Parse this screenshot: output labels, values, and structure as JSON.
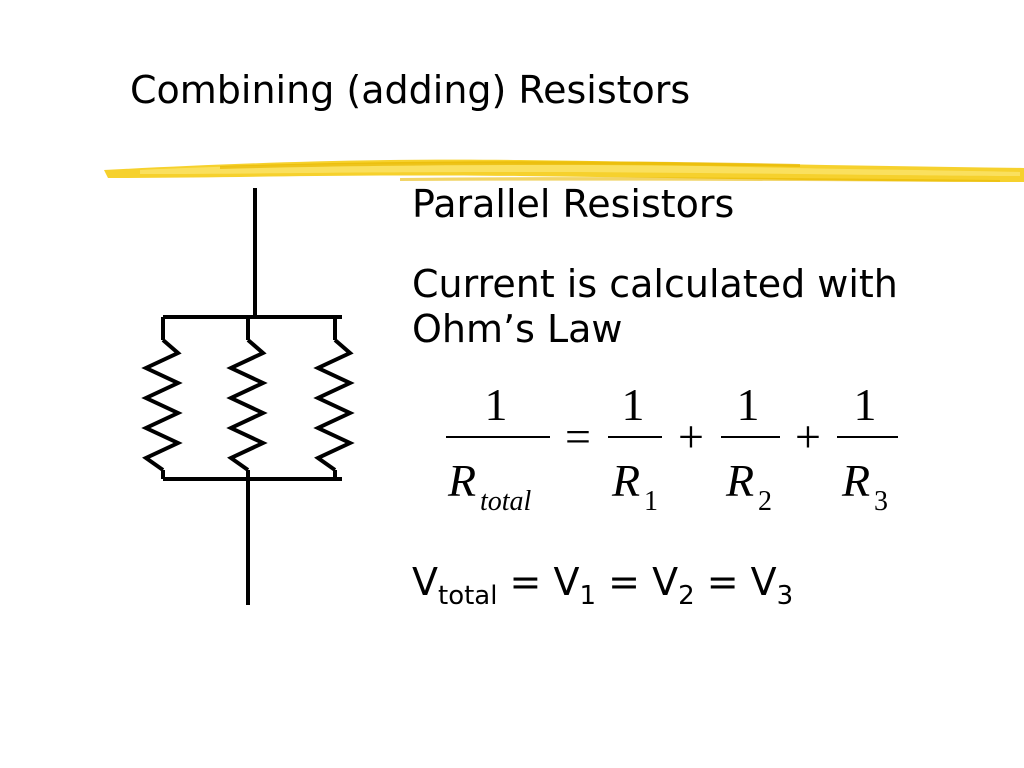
{
  "slide": {
    "title": "Combining (adding) Resistors",
    "heading": "Parallel Resistors",
    "body": "Current is calculated with Ohm’s Law"
  },
  "formula": {
    "numerator": "1",
    "lhs_base": "R",
    "lhs_sub": "total",
    "equals": "=",
    "plus": "+",
    "r1_base": "R",
    "r1_sub": "1",
    "r2_base": "R",
    "r2_sub": "2",
    "r3_base": "R",
    "r3_sub": "3"
  },
  "voltage": {
    "v": "V",
    "sub_total": "total",
    "sub1": "1",
    "sub2": "2",
    "sub3": "3",
    "eq": "="
  },
  "colors": {
    "highlighter": "#f5cc16",
    "highlighter_light": "#fbe46a",
    "wire": "#000000"
  },
  "icons": {
    "circuit": "parallel-resistors-diagram-icon",
    "underline": "yellow-highlighter-stroke"
  }
}
